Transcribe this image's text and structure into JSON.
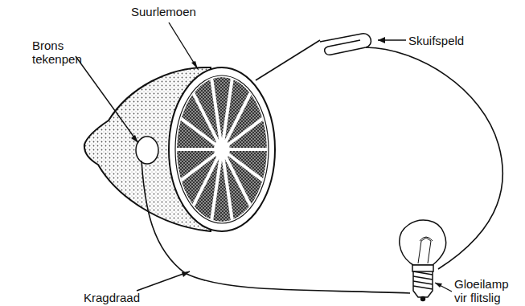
{
  "diagram": {
    "labels": [
      "Suurlemoen",
      "Brons tekenpen",
      "Skuifspeld",
      "Gloeilamp vir flitslig",
      "Kragdraad"
    ]
  }
}
